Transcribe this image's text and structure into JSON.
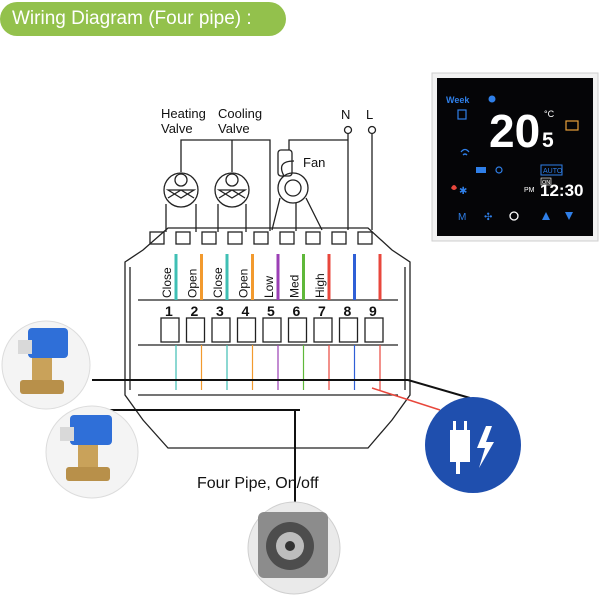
{
  "header": {
    "title": "Wiring Diagram (Four pipe) :"
  },
  "labels": {
    "heating_valve_l1": "Heating",
    "heating_valve_l2": "Valve",
    "cooling_valve_l1": "Cooling",
    "cooling_valve_l2": "Valve",
    "fan": "Fan",
    "neutral": "N",
    "live": "L",
    "caption": "Four Pipe, On/off"
  },
  "terminals": [
    {
      "number": "1",
      "label": "Close",
      "color": "#3fbfb4"
    },
    {
      "number": "2",
      "label": "Open",
      "color": "#f29a2e"
    },
    {
      "number": "3",
      "label": "Close",
      "color": "#3fbfb4"
    },
    {
      "number": "4",
      "label": "Open",
      "color": "#f29a2e"
    },
    {
      "number": "5",
      "label": "Low",
      "color": "#9b3fb5"
    },
    {
      "number": "6",
      "label": "Med",
      "color": "#5fb83a"
    },
    {
      "number": "7",
      "label": "High",
      "color": "#e8473c"
    },
    {
      "number": "8",
      "label": "",
      "color": "#2f5fd6"
    },
    {
      "number": "9",
      "label": "",
      "color": "#e8473c"
    }
  ],
  "thermostat": {
    "day": "Week",
    "temperature": "20",
    "temperature_decimal": "5",
    "unit": "°C",
    "mode": "AUTO",
    "on_label": "ON",
    "am_pm": "PM",
    "time": "12:30"
  },
  "colors": {
    "banner": "#93c14c",
    "power_badge": "#1f4fae",
    "valve_actuator": "#2f6fd8"
  }
}
